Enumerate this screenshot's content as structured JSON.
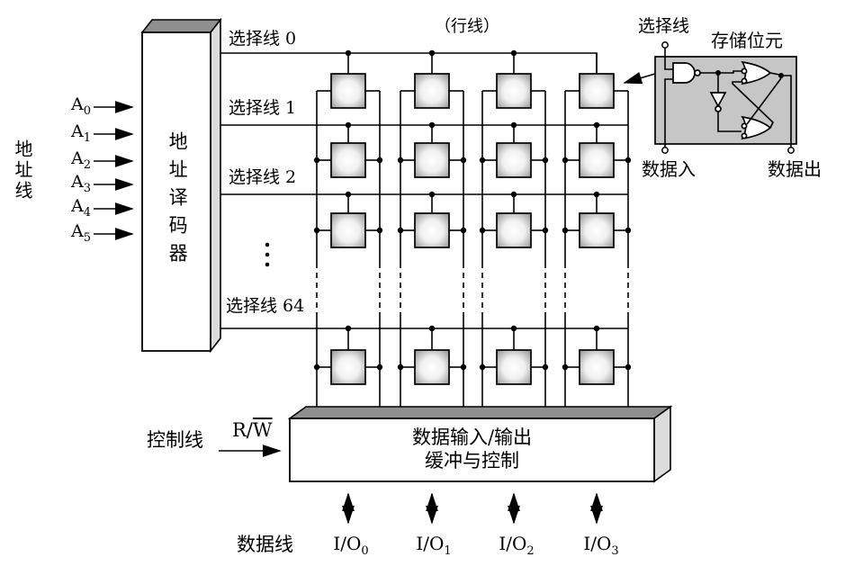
{
  "colors": {
    "line": "#000000",
    "box_face": "#ffffff",
    "box_top_shade": "#8f8f8f",
    "box_side_shade": "#dcdcdc",
    "detail_box_fill": "#c6c6c6",
    "cell_center": "#ffffff",
    "cell_edge": "#8e8e8e"
  },
  "address_bus": {
    "label": "地址线",
    "decoder_label": "地址译码器",
    "inputs": [
      {
        "base": "A",
        "sub": "0"
      },
      {
        "base": "A",
        "sub": "1"
      },
      {
        "base": "A",
        "sub": "2"
      },
      {
        "base": "A",
        "sub": "3"
      },
      {
        "base": "A",
        "sub": "4"
      },
      {
        "base": "A",
        "sub": "5"
      }
    ]
  },
  "row_lines": {
    "note": "（行线）",
    "select_labels": [
      "选择线 0",
      "选择线 1",
      "选择线 2",
      "选择线 64"
    ]
  },
  "storage_cell_detail": {
    "select_line_label": "选择线",
    "title": "存储位元",
    "data_in_label": "数据入",
    "data_out_label": "数据出"
  },
  "io_buffer": {
    "title_line1": "数据输入/输出",
    "title_line2": "缓冲与控制"
  },
  "control": {
    "label": "控制线",
    "rw_prefix": "R/",
    "rw_overlined": "W"
  },
  "data_bus": {
    "label": "数据线",
    "io_prefix": "I/O",
    "io_subscripts": [
      "0",
      "1",
      "2",
      "3"
    ]
  }
}
